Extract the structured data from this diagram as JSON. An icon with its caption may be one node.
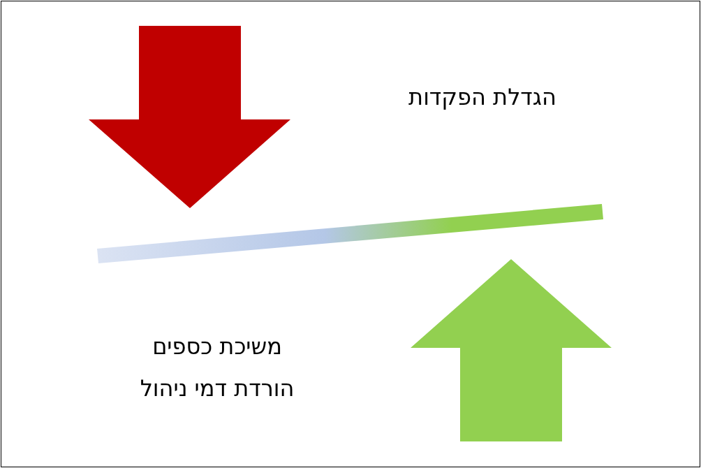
{
  "diagram": {
    "labels": [
      "הגדלת הפקדות",
      "משיכת כספים",
      "הורדת דמי ניהול"
    ]
  }
}
